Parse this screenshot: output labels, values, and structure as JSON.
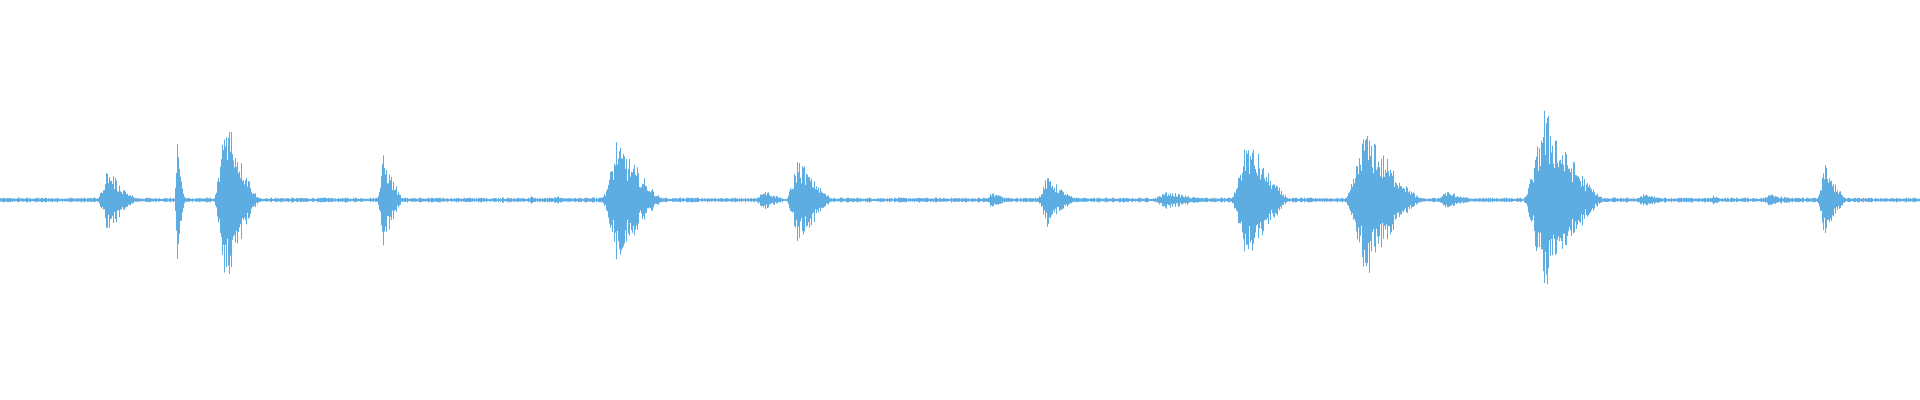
{
  "waveform": {
    "color": "#5dade2",
    "baseline_level": 0.01,
    "bursts": [
      {
        "start": 0.05,
        "end": 0.072,
        "peak": 0.18
      },
      {
        "start": 0.091,
        "end": 0.096,
        "peak": 0.34
      },
      {
        "start": 0.111,
        "end": 0.135,
        "peak": 0.52
      },
      {
        "start": 0.196,
        "end": 0.21,
        "peak": 0.25
      },
      {
        "start": 0.261,
        "end": 0.263,
        "peak": 0.03
      },
      {
        "start": 0.276,
        "end": 0.279,
        "peak": 0.03
      },
      {
        "start": 0.287,
        "end": 0.296,
        "peak": 0.03
      },
      {
        "start": 0.313,
        "end": 0.346,
        "peak": 0.34
      },
      {
        "start": 0.393,
        "end": 0.41,
        "peak": 0.06
      },
      {
        "start": 0.409,
        "end": 0.434,
        "peak": 0.25
      },
      {
        "start": 0.513,
        "end": 0.527,
        "peak": 0.05
      },
      {
        "start": 0.54,
        "end": 0.561,
        "peak": 0.14
      },
      {
        "start": 0.598,
        "end": 0.633,
        "peak": 0.05
      },
      {
        "start": 0.641,
        "end": 0.672,
        "peak": 0.36
      },
      {
        "start": 0.7,
        "end": 0.741,
        "peak": 0.42
      },
      {
        "start": 0.747,
        "end": 0.77,
        "peak": 0.05
      },
      {
        "start": 0.793,
        "end": 0.836,
        "peak": 0.49
      },
      {
        "start": 0.851,
        "end": 0.872,
        "peak": 0.04
      },
      {
        "start": 0.891,
        "end": 0.897,
        "peak": 0.03
      },
      {
        "start": 0.914,
        "end": 0.944,
        "peak": 0.03
      },
      {
        "start": 0.946,
        "end": 0.962,
        "peak": 0.2
      }
    ]
  }
}
